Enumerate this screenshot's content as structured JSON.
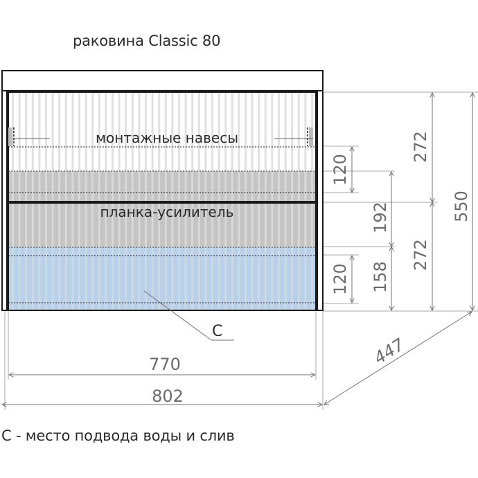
{
  "title": "раковина Classic 80",
  "labels": {
    "mounting_hangers": "монтажные навесы",
    "reinforcement_bar": "планка-усилитель",
    "connection_point_marker": "C"
  },
  "legend": "C - место подвода воды и слив",
  "dimensions": {
    "inner_width": "770",
    "total_width": "802",
    "depth": "447",
    "total_height": "550",
    "upper_drawer_height": "272",
    "lower_drawer_height": "272",
    "upper_zone_height": "120",
    "lower_zone_height": "120",
    "middle_span": "192",
    "bottom_span": "158"
  },
  "colors": {
    "outline": "#1a1a1a",
    "dimension_line": "#8a8a8a",
    "grey_zone": "#c4c4c4",
    "blue_zone": "#b8d0ea",
    "stripe_light": "#e0e0e0"
  }
}
